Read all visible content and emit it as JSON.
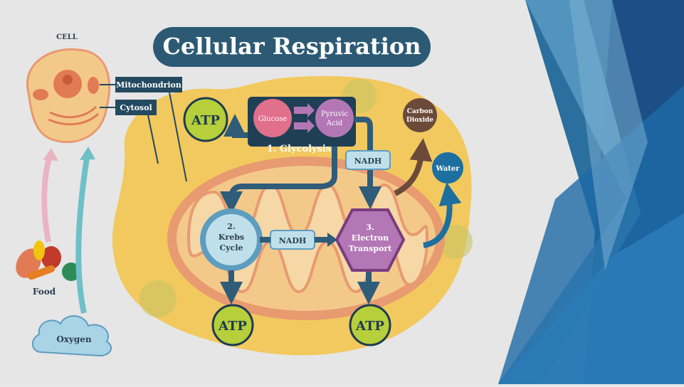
{
  "title": "Cellular Respiration",
  "labels": {
    "cell": "CELL",
    "mitochondrion": "Mitochondrion",
    "cytosol": "Cytosol",
    "food": "Food",
    "oxygen": "Oxygen",
    "glucose": "Glucose",
    "pyruvic_1": "Pyruvic",
    "pyruvic_2": "Acid",
    "glycolysis": "1. Glycolysis",
    "nadh_top": "NADH",
    "nadh_mid": "NADH",
    "krebs_1": "2.",
    "krebs_2": "Krebs",
    "krebs_3": "Cycle",
    "et_1": "3.",
    "et_2": "Electron",
    "et_3": "Transport",
    "carbon_1": "Carbon",
    "carbon_2": "Dioxide",
    "water": "Water",
    "atp_top": "ATP",
    "atp_left": "ATP",
    "atp_right": "ATP"
  },
  "colors": {
    "title_bg": "#2c5a74",
    "label_bg": "#234a60",
    "glucose": "#e0708c",
    "pyruvic": "#b477b6",
    "atp": "#b6cf3a",
    "arrow": "#2f5c78",
    "mito_outer": "#e89a70",
    "cyto": "#f2c95e",
    "theme_blue": "#1d5f94"
  }
}
